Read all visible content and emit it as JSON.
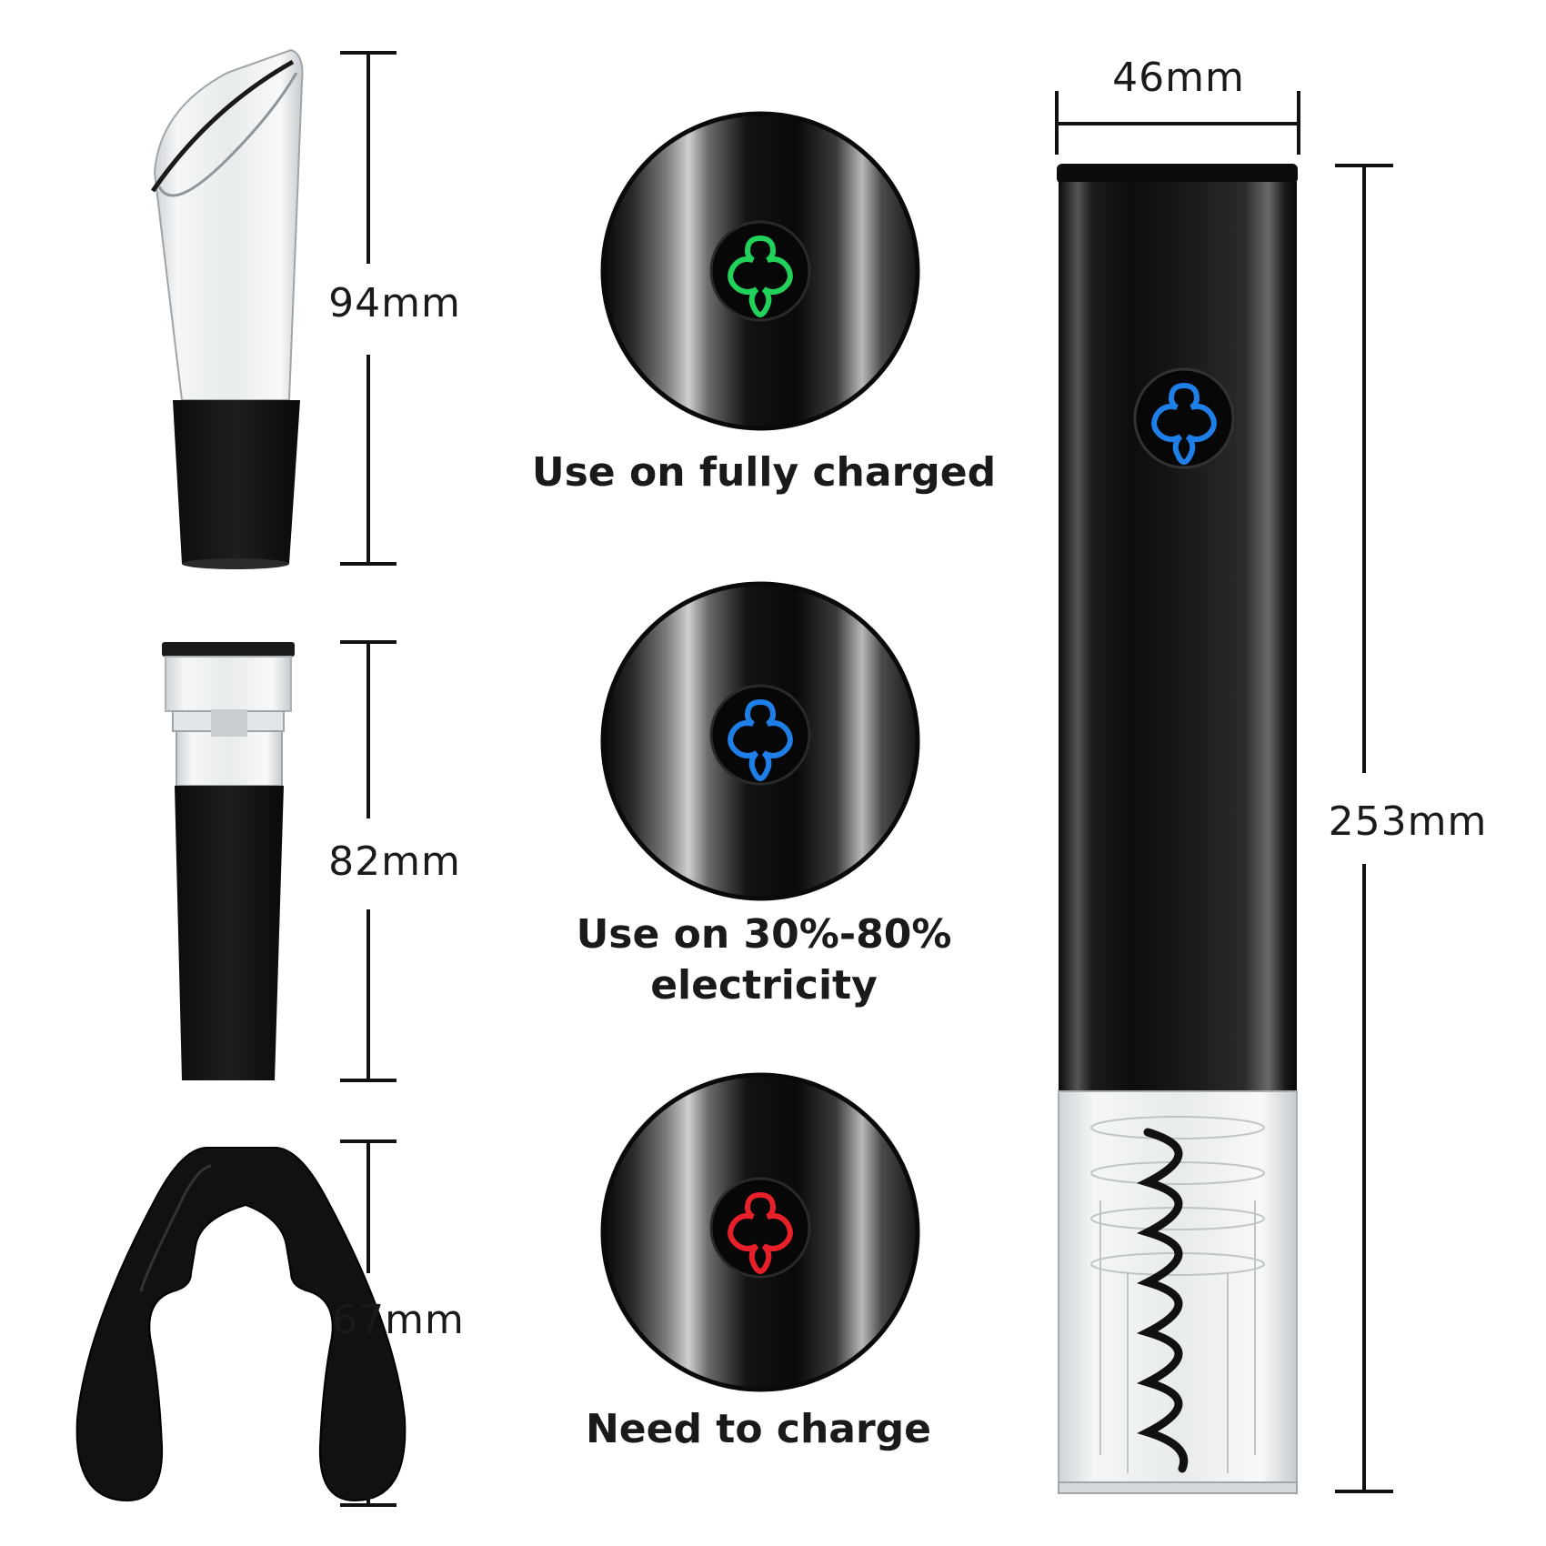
{
  "dimensions": {
    "pourer_height": "94mm",
    "stopper_height": "82mm",
    "cutter_height": "67mm",
    "opener_width": "46mm",
    "opener_height": "253mm"
  },
  "indicators": [
    {
      "caption_lines": [
        "Use on fully charged"
      ],
      "led_color": "#22d15a"
    },
    {
      "caption_lines": [
        "Use on 30%-80%",
        "electricity"
      ],
      "led_color": "#1f7fe8"
    },
    {
      "caption_lines": [
        "Need to charge"
      ],
      "led_color": "#e8202a"
    }
  ],
  "opener_led_color": "#1f7fe8",
  "icons": {
    "product_items": [
      "wine-pourer-icon",
      "vacuum-stopper-icon",
      "foil-cutter-icon",
      "electric-wine-opener-icon"
    ],
    "indicator_symbol": "power-button-icon"
  }
}
